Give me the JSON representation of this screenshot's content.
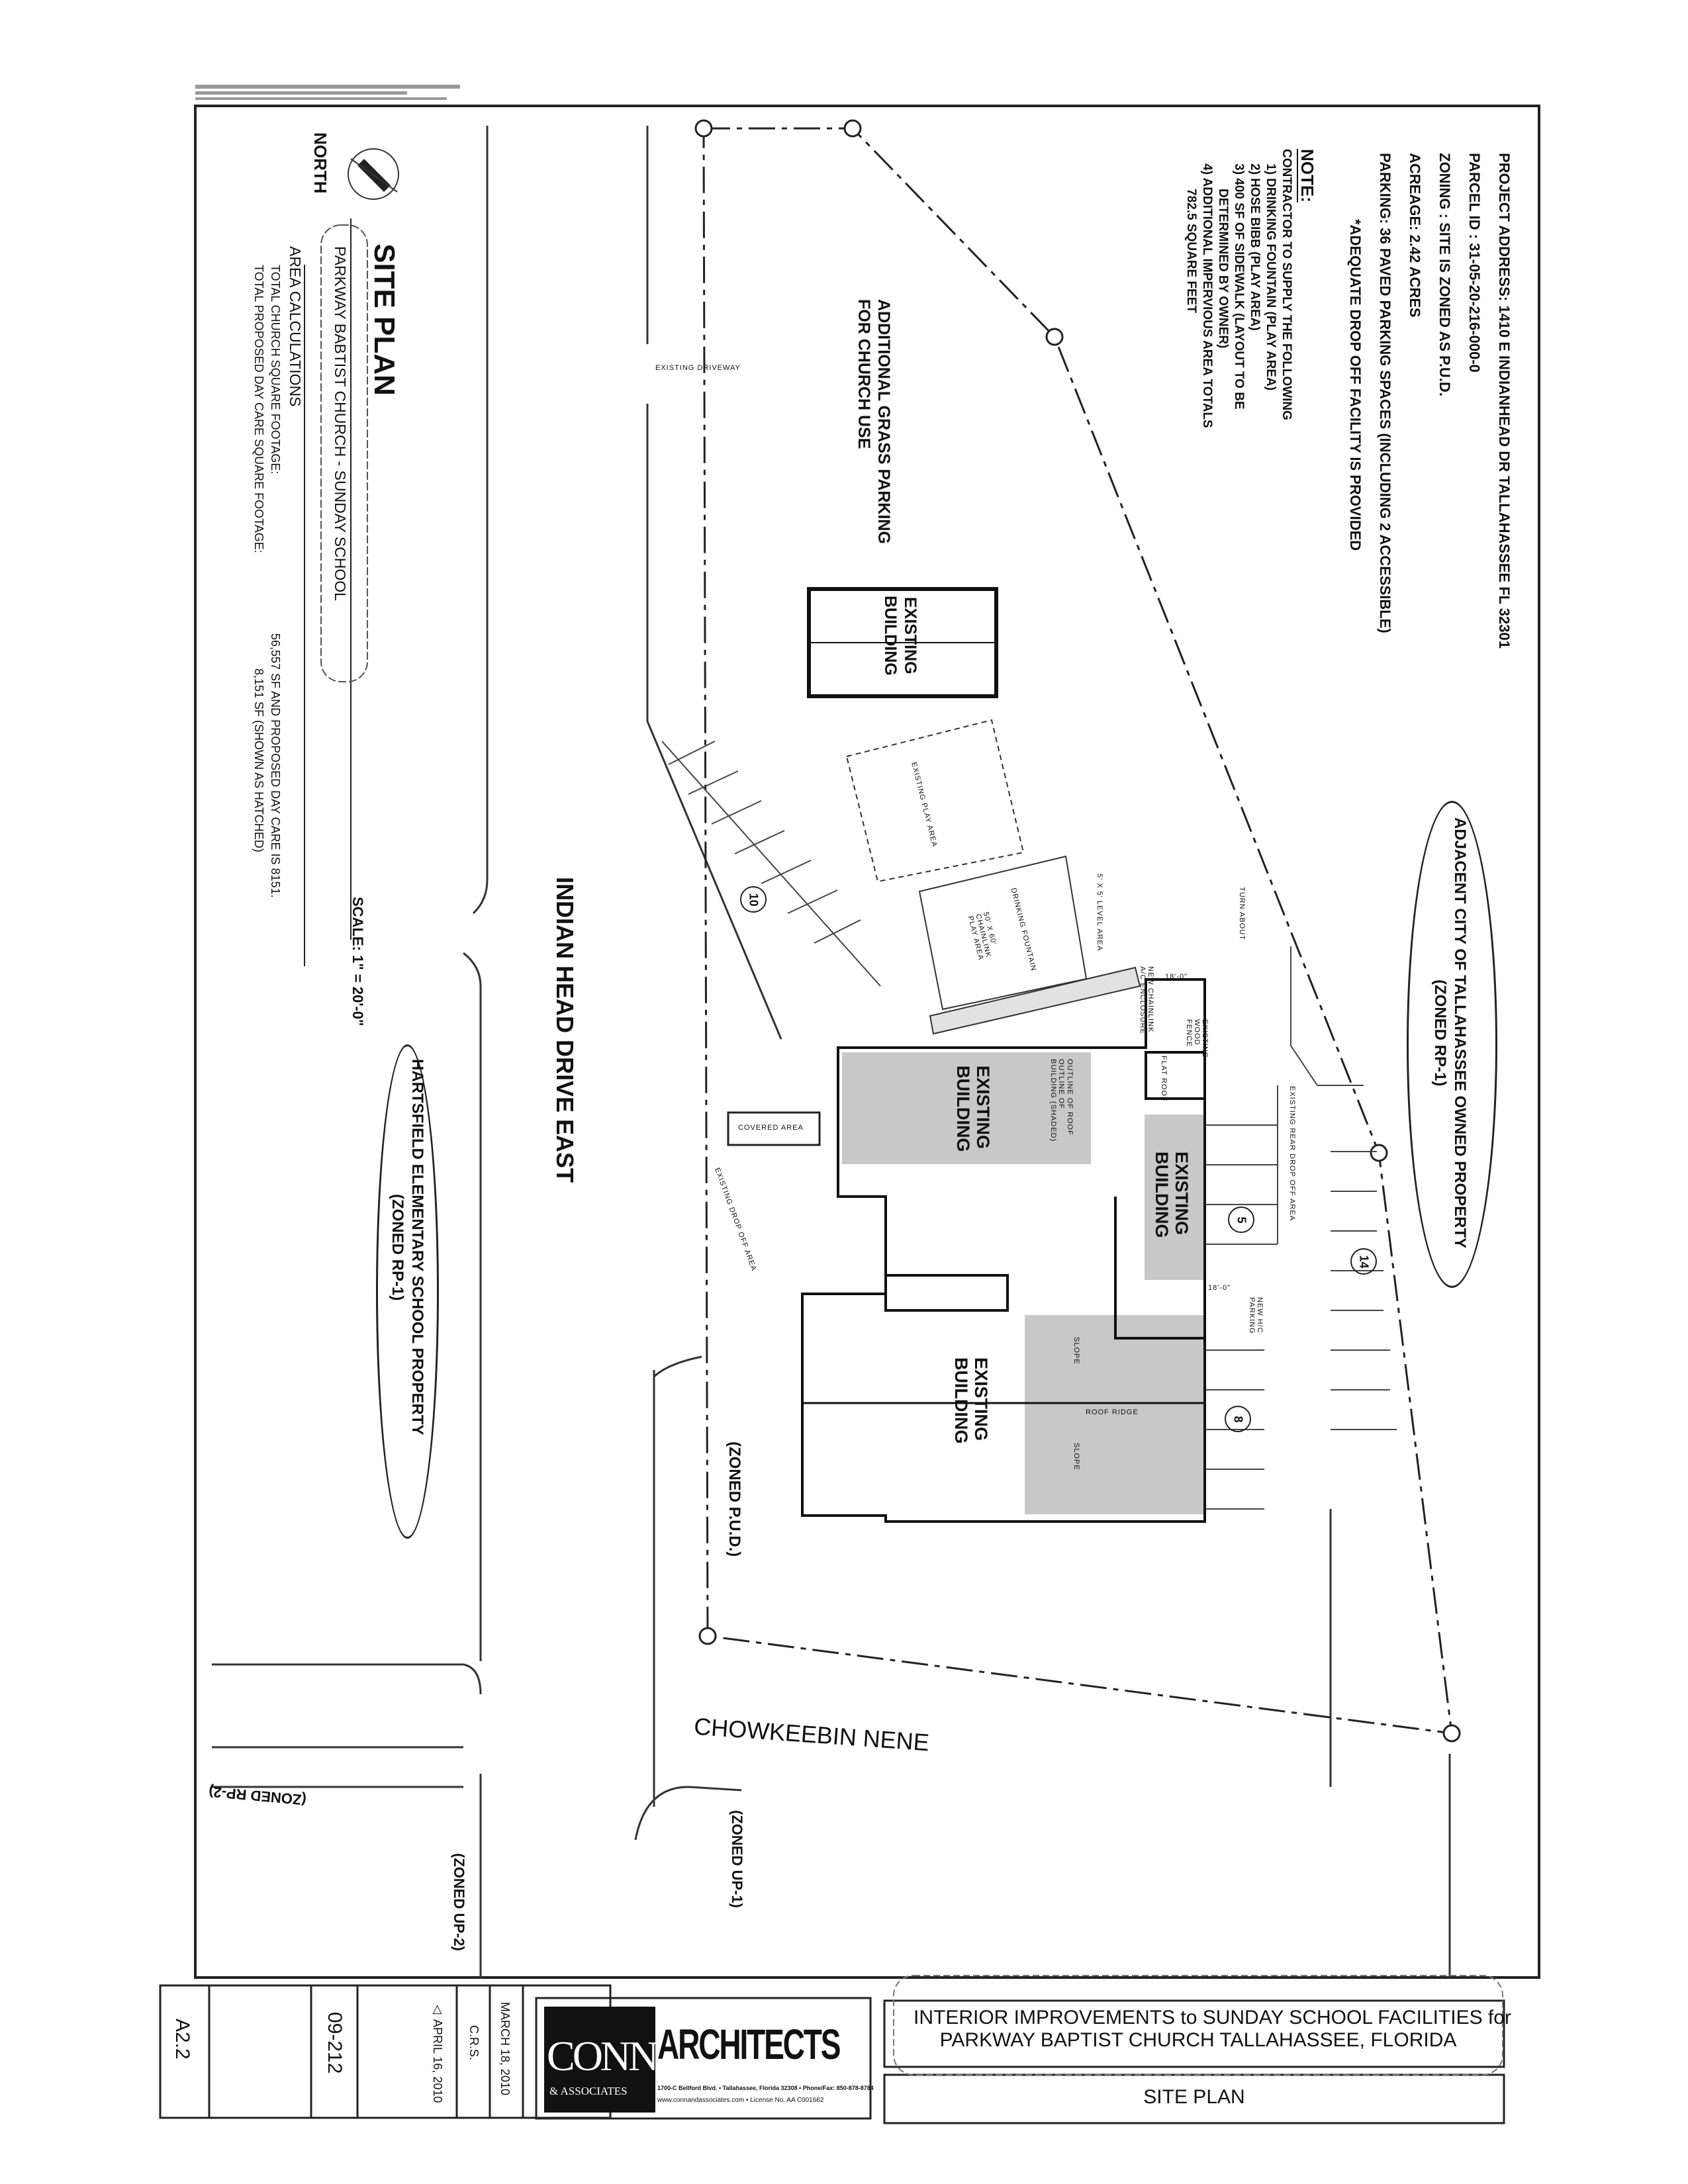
{
  "project_info": {
    "address": "PROJECT ADDRESS: 1410 E INDIANHEAD DR TALLAHASSEE FL 32301",
    "parcel": "PARCEL ID : 31-05-20-216-000-0",
    "zoning": "ZONING : SITE IS ZONED AS P.U.D.",
    "acreage": "ACREAGE: 2.42 ACRES",
    "parking": "PARKING:  36 PAVED PARKING SPACES (INCLUDING 2 ACCESSIBLE)",
    "dropoff": "*ADEQUATE DROP OFF FACILITY IS PROVIDED"
  },
  "notes": {
    "heading": "NOTE:",
    "lines": [
      "CONTRACTOR TO SUPPLY THE FOLLOWING",
      "1) DRINKING FOUNTAIN (PLAY AREA)",
      "2) HOSE BIBB (PLAY AREA)",
      "3) 400 SF OF SIDEWALK (LAYOUT TO BE",
      "DETERMINED BY OWNER)",
      "4) ADDITIONAL IMPERVIOUS AREA TOTALS",
      "782.5 SQUARE FEET"
    ]
  },
  "site_labels": {
    "grass_parking_1": "ADDITIONAL GRASS PARKING",
    "grass_parking_2": "FOR CHURCH USE",
    "existing_building": "EXISTING",
    "building_word": "BUILDING",
    "existing_driveway": "EXISTING DRIVEWAY",
    "existing_play_area": "EXISTING PLAY AREA",
    "drinking_fountain": "DRINKING FOUNTAIN",
    "chainlink_play_area": "50' X 60' CHAINLINK PLAY AREA",
    "level_area": "5' X 5' LEVEL AREA",
    "turn_about": "TURN ABOUT",
    "covered_area": "COVERED AREA",
    "existing_drop_off": "EXISTING DROP OFF AREA",
    "rear_drop_off": "EXISTING REAR DROP OFF AREA",
    "flat_roof": "FLAT ROOF",
    "wood_fence": "EXISTING WOOD FENCE",
    "ac_enclosure": "NEW CHAINLINK A/C ENCLOSURE",
    "outline_roof": "OUTLINE OF ROOF",
    "outline_building": "OUTLINE OF BUILDING (SHADED)",
    "hc_parking": "NEW H/C PARKING",
    "slope": "SLOPE",
    "roof_ridge": "ROOF RIDGE",
    "dim_18": "18'-0\"",
    "indian_head": "INDIAN HEAD DRIVE EAST",
    "adjacent_city_1": "ADJACENT CITY OF TALLAHASSEE OWNED PROPERTY",
    "adjacent_city_2": "(ZONED RP-1)",
    "hartsfield_1": "HARTSFIELD ELEMENTARY SCHOOL PROPERTY",
    "hartsfield_2": "(ZONED RP-1)",
    "zoned_pud": "(ZONED P.U.D.)",
    "chowkeebin": "CHOWKEEBIN NENE",
    "zoned_rp2": "(ZONED RP-2)",
    "zoned_up2": "(ZONED UP-2)",
    "zoned_up1": "(ZONED UP-1)",
    "parking_counts": [
      "10",
      "14",
      "5",
      "8"
    ]
  },
  "legend": {
    "north": "NORTH",
    "title": "SITE PLAN",
    "subtitle": "PARKWAY BABTIST CHURCH - SUNDAY SCHOOL",
    "area_heading": "AREA CALCULATIONS",
    "church_label": "TOTAL CHURCH SQUARE FOOTAGE:",
    "church_value": "56,557 SF AND PROPOSED DAY CARE IS 8151.",
    "daycare_label": "TOTAL PROPOSED DAY CARE SQUARE FOOTAGE:",
    "daycare_value": "8,151 SF (SHOWN AS HATCHED)",
    "scale": "SCALE: 1\" = 20'-0\""
  },
  "title_block": {
    "project_line_1": "INTERIOR IMPROVEMENTS to SUNDAY SCHOOL FACILITIES for",
    "project_line_2": "PARKWAY BAPTIST CHURCH  TALLAHASSEE, FLORIDA",
    "sheet_title": "SITE PLAN",
    "firm_name_1": "CONN",
    "firm_name_2": "& ASSOCIATES",
    "firm_name_3": "ARCHITECTS",
    "firm_address": "1700-C Bellford Blvd. • Tallahassee, Florida 32308 • Phone/Fax: 850-878-8784",
    "firm_web": "www.connandassociates.com • License No. AA C001662",
    "date": "MARCH 18, 2010",
    "drawn_by": "C.R.S.",
    "revision": "APRIL 16, 2010",
    "job_number": "09-212",
    "sheet_number": "A2.2"
  },
  "colors": {
    "ink": "#111111",
    "shade": "#c8c8c8",
    "logo_bg": "#111111"
  }
}
